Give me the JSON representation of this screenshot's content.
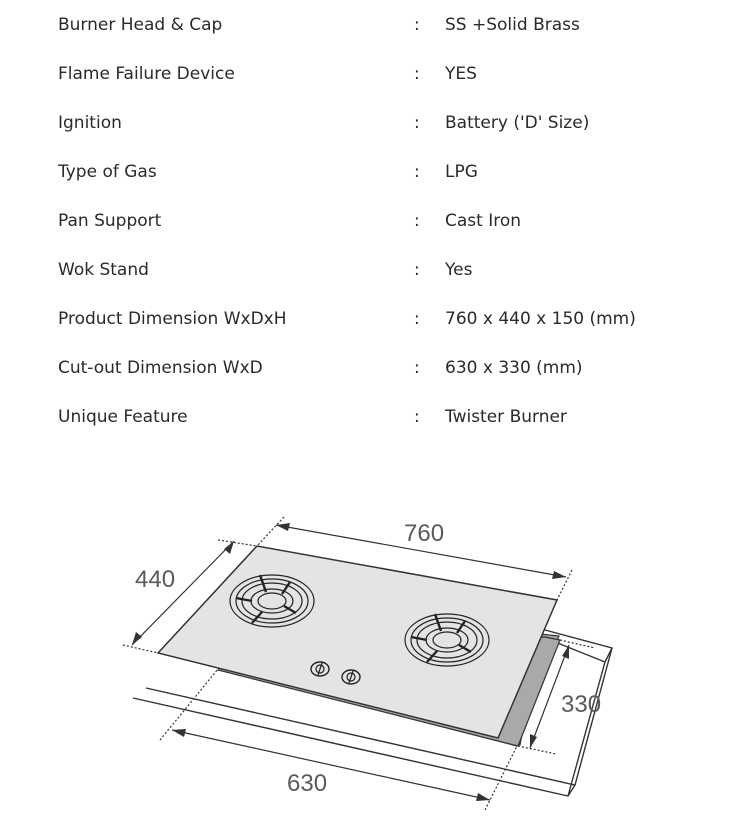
{
  "specs": [
    {
      "label": "Burner Head & Cap",
      "colon": ":",
      "value": "SS +Solid Brass"
    },
    {
      "label": "Flame Failure Device",
      "colon": ":",
      "value": "YES"
    },
    {
      "label": "Ignition",
      "colon": ":",
      "value": "Battery ('D' Size)"
    },
    {
      "label": "Type of Gas",
      "colon": ":",
      "value": "LPG"
    },
    {
      "label": "Pan Support",
      "colon": ":",
      "value": "Cast Iron"
    },
    {
      "label": "Wok Stand",
      "colon": ":",
      "value": "Yes"
    },
    {
      "label": "Product Dimension WxDxH",
      "colon": ":",
      "value": "760 x 440 x 150 (mm)"
    },
    {
      "label": "Cut-out Dimension WxD",
      "colon": ":",
      "value": "630 x 330 (mm)"
    },
    {
      "label": "Unique Feature",
      "colon": ":",
      "value": "Twister Burner"
    }
  ],
  "diagram": {
    "width_label": "760",
    "depth_label": "440",
    "cutout_width_label": "630",
    "cutout_depth_label": "330",
    "colors": {
      "line": "#333333",
      "glass": "#e4e4e4",
      "cutout": "#a9a9a9",
      "text": "#5a5a5a"
    }
  }
}
